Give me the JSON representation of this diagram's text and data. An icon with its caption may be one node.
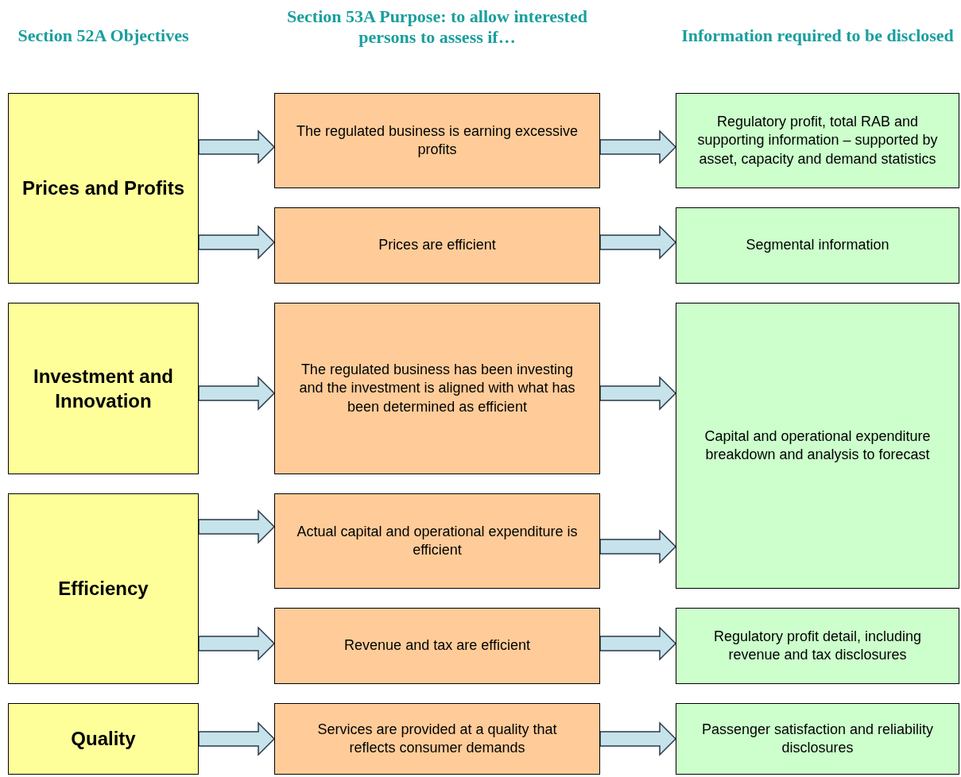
{
  "diagram": {
    "nodes": [
      {
        "text": [
          "Prices and Profits"
        ]
      },
      {
        "text": [
          "Investment and Innovation"
        ]
      },
      {
        "text": [
          "Efficiency"
        ]
      },
      {
        "text": [
          "Quality"
        ]
      },
      {
        "text": [
          "The regulated business is earning excessive profits"
        ]
      },
      {
        "text": [
          "Prices are efficient"
        ]
      },
      {
        "text": [
          "The regulated business has been investing and the investment is aligned with what has been determined as efficient"
        ]
      },
      {
        "text": [
          "Actual capital and operational expenditure is efficient"
        ]
      },
      {
        "text": [
          "Revenue and tax are efficient"
        ]
      },
      {
        "text": [
          "Services are provided at a quality that reflects consumer demands"
        ]
      },
      {
        "text": [
          "Regulatory profit, total RAB and supporting information – supported by asset, capacity and demand statistics"
        ]
      },
      {
        "text": [
          "Segmental information"
        ]
      },
      {
        "text": [
          "Capital and operational expenditure breakdown and analysis to forecast"
        ]
      },
      {
        "text": [
          "Regulatory profit detail, including revenue and tax disclosures"
        ]
      },
      {
        "text": [
          "Passenger satisfaction and reliability disclosures"
        ]
      }
    ],
    "edges": [
      {
        "from": 0,
        "to": 4,
        "arrow": "to"
      },
      {
        "from": 0,
        "to": 5,
        "arrow": "to"
      },
      {
        "from": 1,
        "to": 6,
        "arrow": "to"
      },
      {
        "from": 2,
        "to": 7,
        "arrow": "to"
      },
      {
        "from": 2,
        "to": 8,
        "arrow": "to"
      },
      {
        "from": 3,
        "to": 9,
        "arrow": "to"
      },
      {
        "from": 4,
        "to": 10,
        "arrow": "to"
      },
      {
        "from": 5,
        "to": 11,
        "arrow": "to"
      },
      {
        "from": 6,
        "to": 12,
        "arrow": "to"
      },
      {
        "from": 7,
        "to": 12,
        "arrow": "to"
      },
      {
        "from": 8,
        "to": 13,
        "arrow": "to"
      },
      {
        "from": 9,
        "to": 14,
        "arrow": "to"
      }
    ],
    "labels": [
      "Section 52A Objectives",
      "Section 53A Purpose: to allow interested persons to assess if…",
      "Information required to be disclosed"
    ]
  }
}
